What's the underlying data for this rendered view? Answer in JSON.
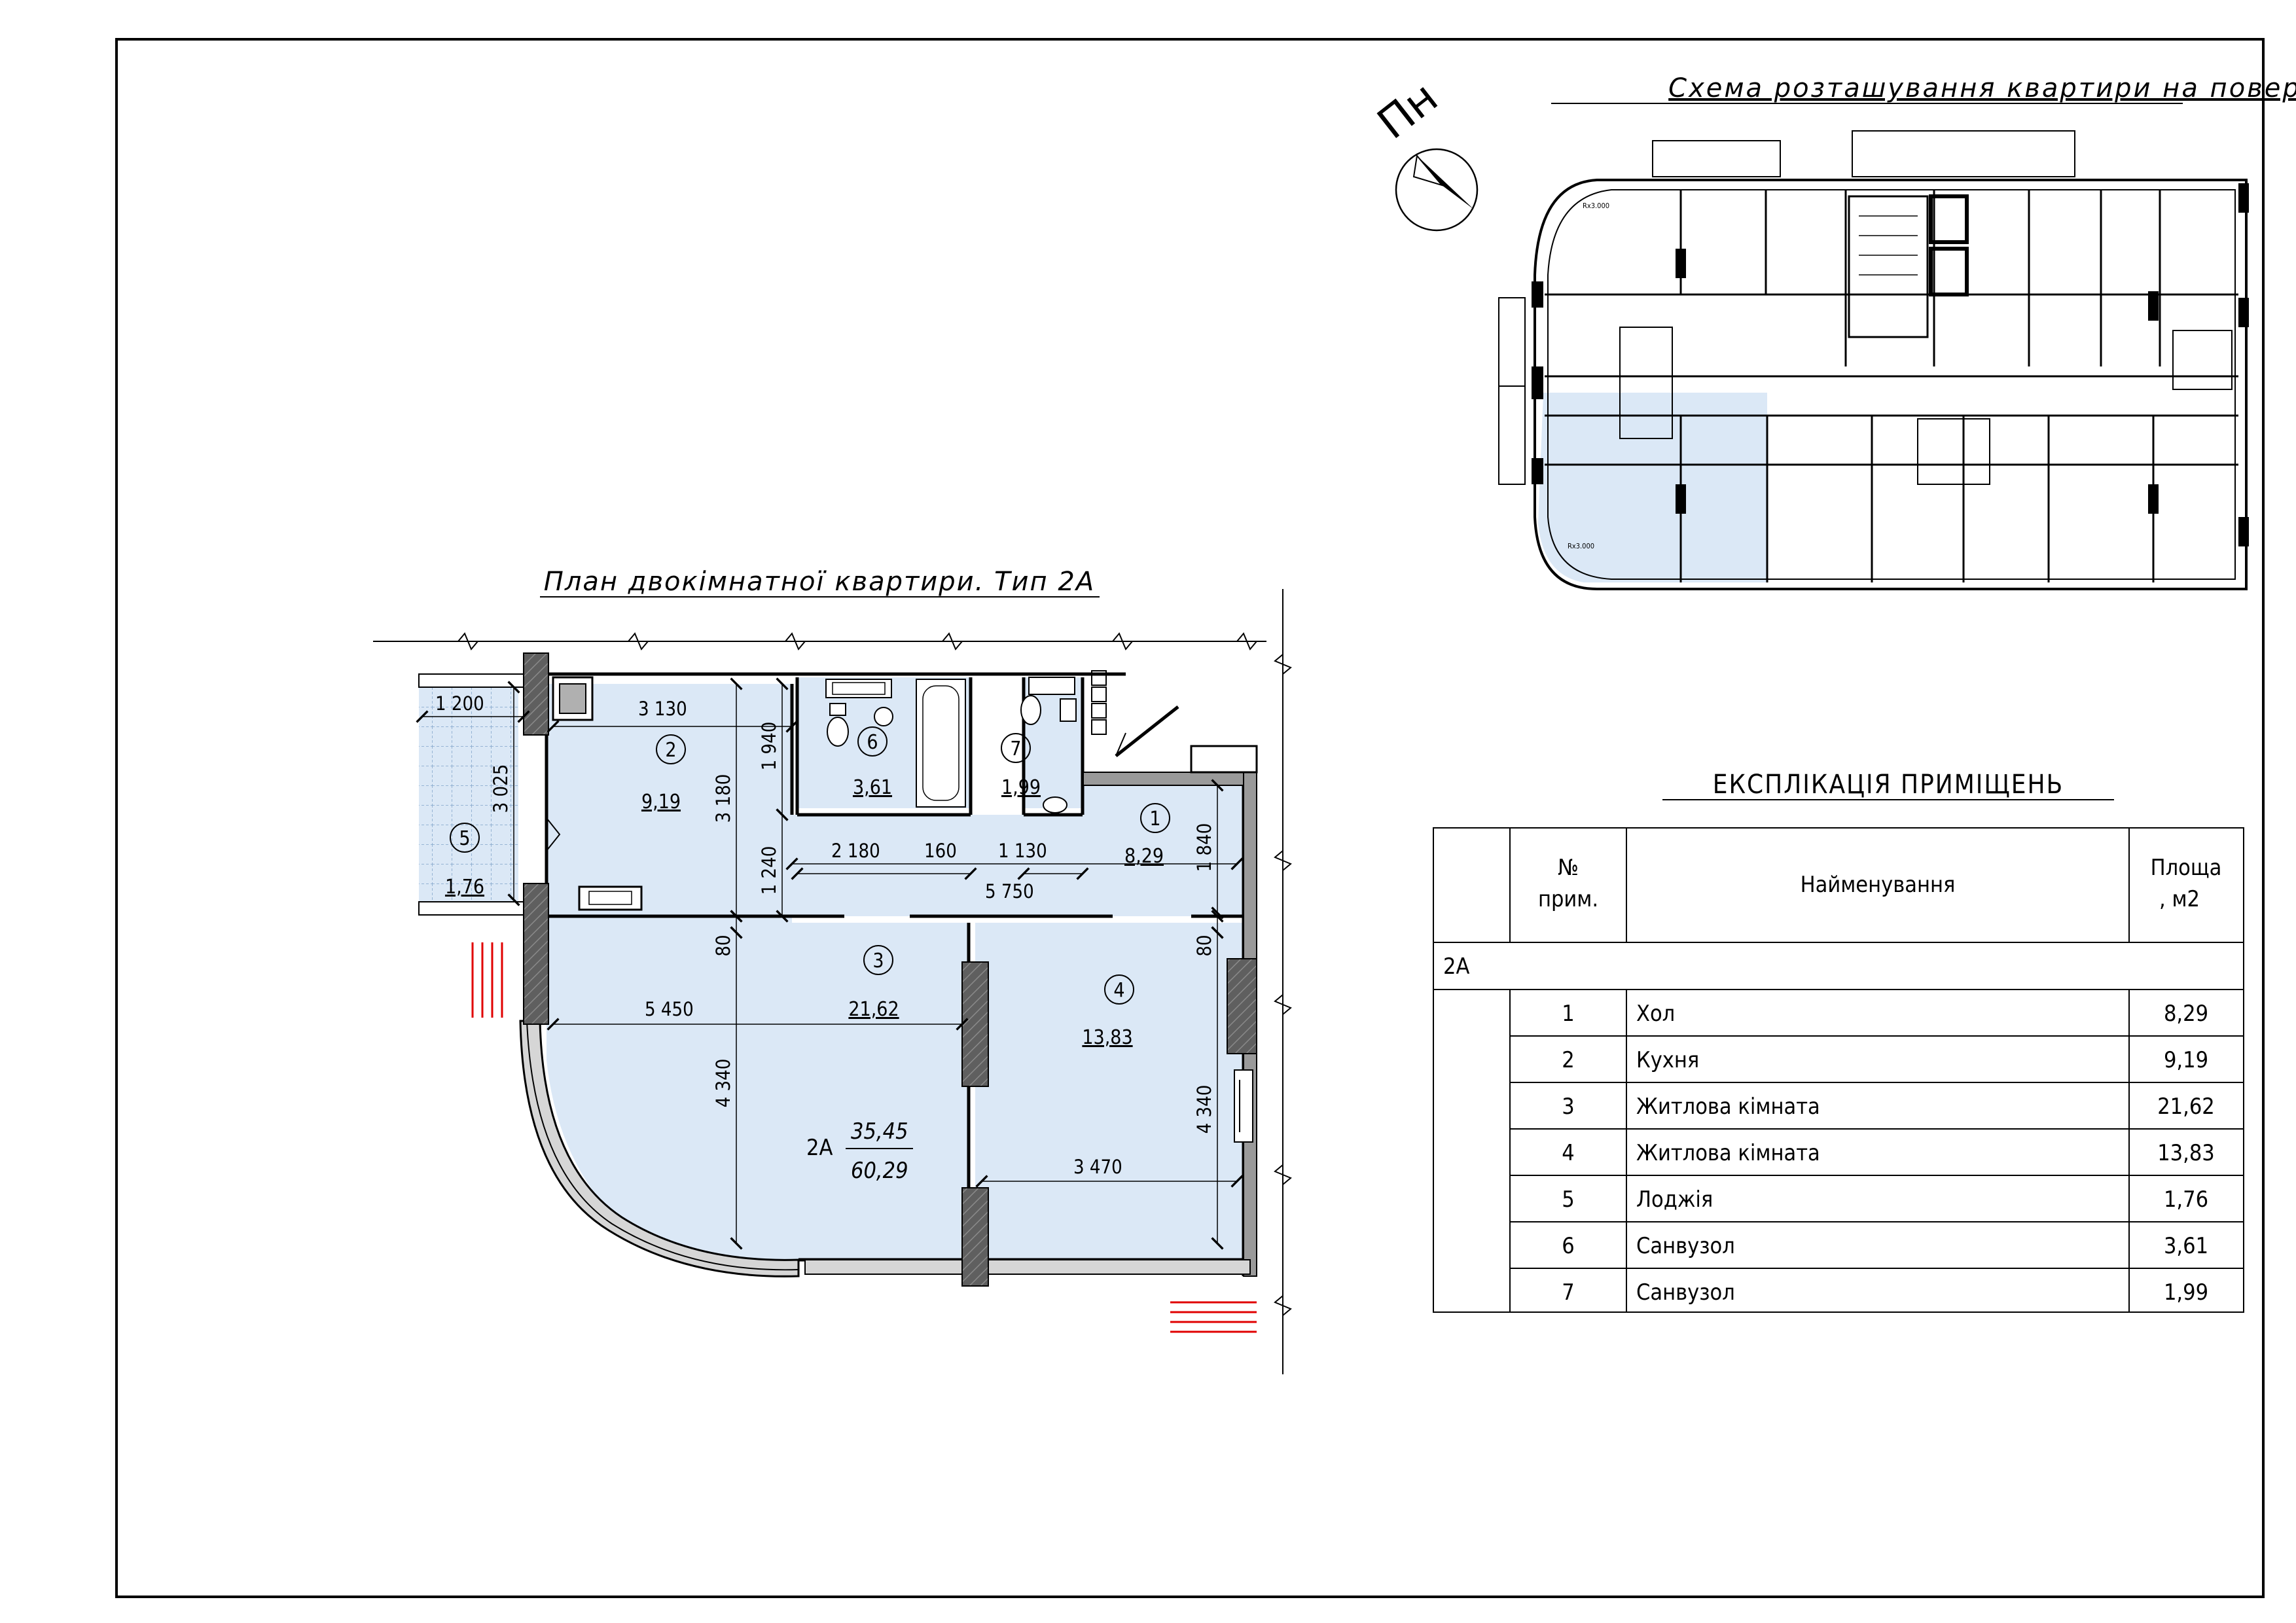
{
  "north_label": "Пн",
  "floor_scheme_title": "Схема розташування квартири на поверсі",
  "plan_title": "План двокімнатної квартири. Тип 2А",
  "floor_scheme_small_labels": [
    "Rx3.000",
    "Rx3.000"
  ],
  "plan": {
    "rooms": [
      {
        "num": "1",
        "area": "8,29"
      },
      {
        "num": "2",
        "area": "9,19"
      },
      {
        "num": "3",
        "area": "21,62"
      },
      {
        "num": "4",
        "area": "13,83"
      },
      {
        "num": "5",
        "area": "1,76"
      },
      {
        "num": "6",
        "area": "3,61"
      },
      {
        "num": "7",
        "area": "1,99"
      }
    ],
    "apartment_label": "2А",
    "living_area": "35,45",
    "total_area": "60,29",
    "dimensions": {
      "d1200": "1 200",
      "d3025": "3 025",
      "d3130": "3 130",
      "d3180": "3 180",
      "d1940": "1 940",
      "d1240": "1 240",
      "d2180": "2 180",
      "d160": "160",
      "d1130": "1 130",
      "d1840": "1 840",
      "d5750": "5 750",
      "d80a": "80",
      "d80b": "80",
      "d5450": "5 450",
      "d4340a": "4 340",
      "d4340b": "4 340",
      "d3470": "3 470"
    }
  },
  "explication": {
    "title": "ЕКСПЛІКАЦІЯ ПРИМІЩЕНЬ",
    "headers": {
      "num_line1": "№",
      "num_line2": "прим.",
      "name": "Найменування",
      "area_line1": "Площа",
      "area_line2": ", м2"
    },
    "group": "2А",
    "rows": [
      {
        "num": "1",
        "name": "Хол",
        "area": "8,29"
      },
      {
        "num": "2",
        "name": "Кухня",
        "area": "9,19"
      },
      {
        "num": "3",
        "name": "Житлова кімната",
        "area": "21,62"
      },
      {
        "num": "4",
        "name": "Житлова кімната",
        "area": "13,83"
      },
      {
        "num": "5",
        "name": "Лоджія",
        "area": "1,76"
      },
      {
        "num": "6",
        "name": "Санвузол",
        "area": "3,61"
      },
      {
        "num": "7",
        "name": "Санвузол",
        "area": "1,99"
      }
    ]
  },
  "colors": {
    "room_fill": "#dbe8f6",
    "wall": "#000000",
    "column": "#6e6e6e",
    "accent_red": "#e00000",
    "grey_wall": "#9a9a9a"
  }
}
